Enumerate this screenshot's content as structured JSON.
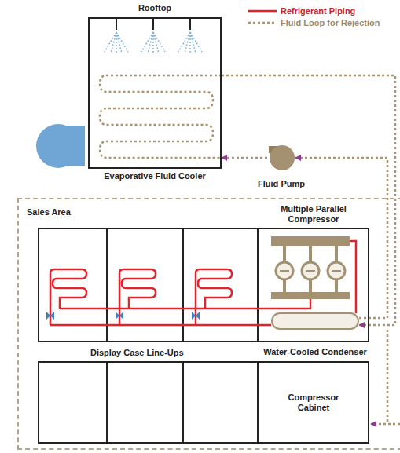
{
  "diagram": {
    "nodes": [
      {
        "text": [
          "Rooftop",
          "Evaporative Fluid Cooler"
        ]
      },
      {
        "text": [
          "Fluid Pump"
        ]
      },
      {
        "text": [
          "Sales Area"
        ]
      },
      {
        "text": [
          "Multiple Parallel Compressor"
        ],
        "in": 2
      },
      {
        "text": [
          "Water-Cooled Condenser"
        ],
        "in": 3
      },
      {
        "text": [
          "Compressor Cabinet"
        ],
        "in": 2
      }
    ],
    "edges": [
      {
        "from": 1,
        "to": 0,
        "arrow": "to"
      },
      {
        "from": 4,
        "to": 1,
        "arrow": "to"
      },
      {
        "from": 0,
        "to": 4,
        "arrow": "to"
      }
    ],
    "labels": [
      "Display Case Line-Ups"
    ],
    "legend": [
      {
        "text": "Refrigerant Piping"
      },
      {
        "text": "Fluid Loop for Rejection"
      }
    ]
  }
}
